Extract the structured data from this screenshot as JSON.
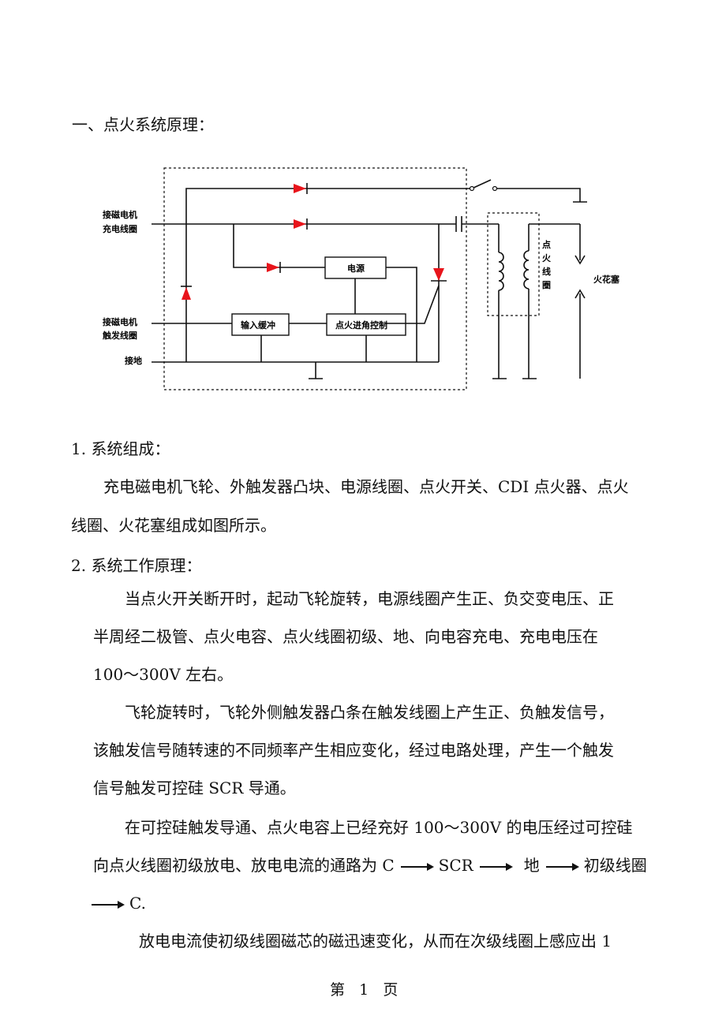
{
  "heading": "一、点火系统原理：",
  "diagram": {
    "left_labels": {
      "charge_coil_1": "接磁电机",
      "charge_coil_2": "充电线圈",
      "trigger_coil_1": "接磁电机",
      "trigger_coil_2": "触发线圈",
      "ground": "接地"
    },
    "power_box": "电源",
    "input_box": "输入缓冲",
    "control_box": "点火进角控制",
    "ignition_coil": [
      "点",
      "火",
      "线",
      "圈"
    ],
    "spark_plug": "火花塞"
  },
  "section1": {
    "title": "1. 系统组成：",
    "body": [
      "充电磁电机飞轮、外触发器凸块、电源线圈、点火开关、CDI 点火器、点火",
      "线圈、火花塞组成如图所示。"
    ]
  },
  "section2": {
    "title": "2. 系统工作原理：",
    "para1": [
      "当点火开关断开时，起动飞轮旋转，电源线圈产生正、负交变电压、正",
      "半周经二极管、点火电容、点火线圈初级、地、向电容充电、充电电压在",
      "100～300V 左右。"
    ],
    "para2": [
      "飞轮旋转时，飞轮外侧触发器凸条在触发线圈上产生正、负触发信号，",
      "该触发信号随转速的不同频率产生相应变化，经过电路处理，产生一个触发",
      "信号触发可控硅 SCR 导通。"
    ],
    "para3": [
      "在可控硅触发导通、点火电容上已经充好 100～300V 的电压经过可控硅"
    ],
    "para3_line2": {
      "prefix": "向点火线圈初级放电、放电电流的通路为 C",
      "a": "SCR",
      "b": "地",
      "c": "初级线圈"
    },
    "para3_line3": "C.",
    "para4": "放电电流使初级线圈磁芯的磁迅速变化，从而在次级线圈上感应出 1"
  },
  "footer": "第   1   页"
}
